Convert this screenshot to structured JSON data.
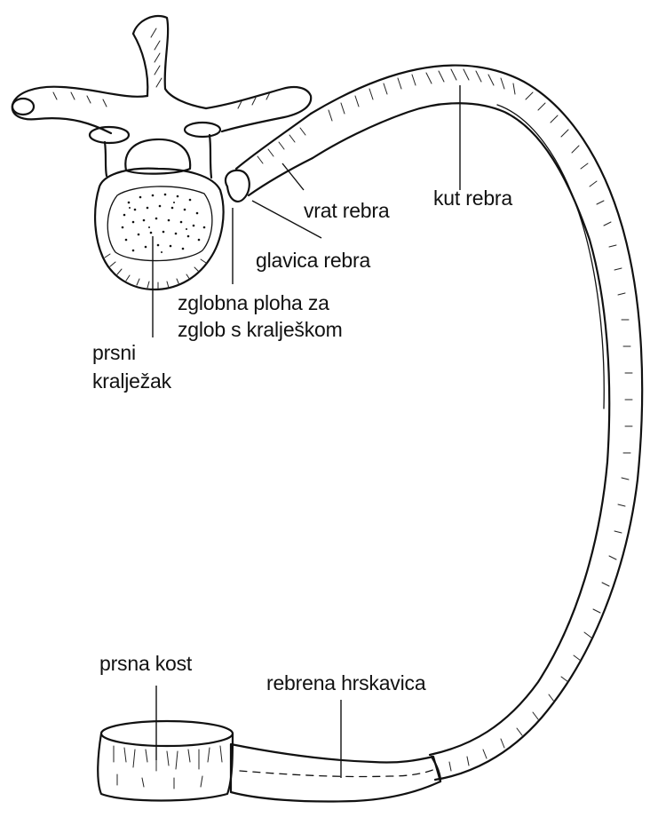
{
  "labels": {
    "vrat_rebra": "vrat rebra",
    "kut_rebra": "kut rebra",
    "glavica_rebra": "glavica rebra",
    "zglobna_line1": "zglobna ploha za",
    "zglobna_line2": "zglob s kralješkom",
    "prsni_line1": "prsni",
    "prsni_line2": "kralježak",
    "prsna_kost": "prsna kost",
    "rebrena_hrskavica": "rebrena hrskavica"
  }
}
